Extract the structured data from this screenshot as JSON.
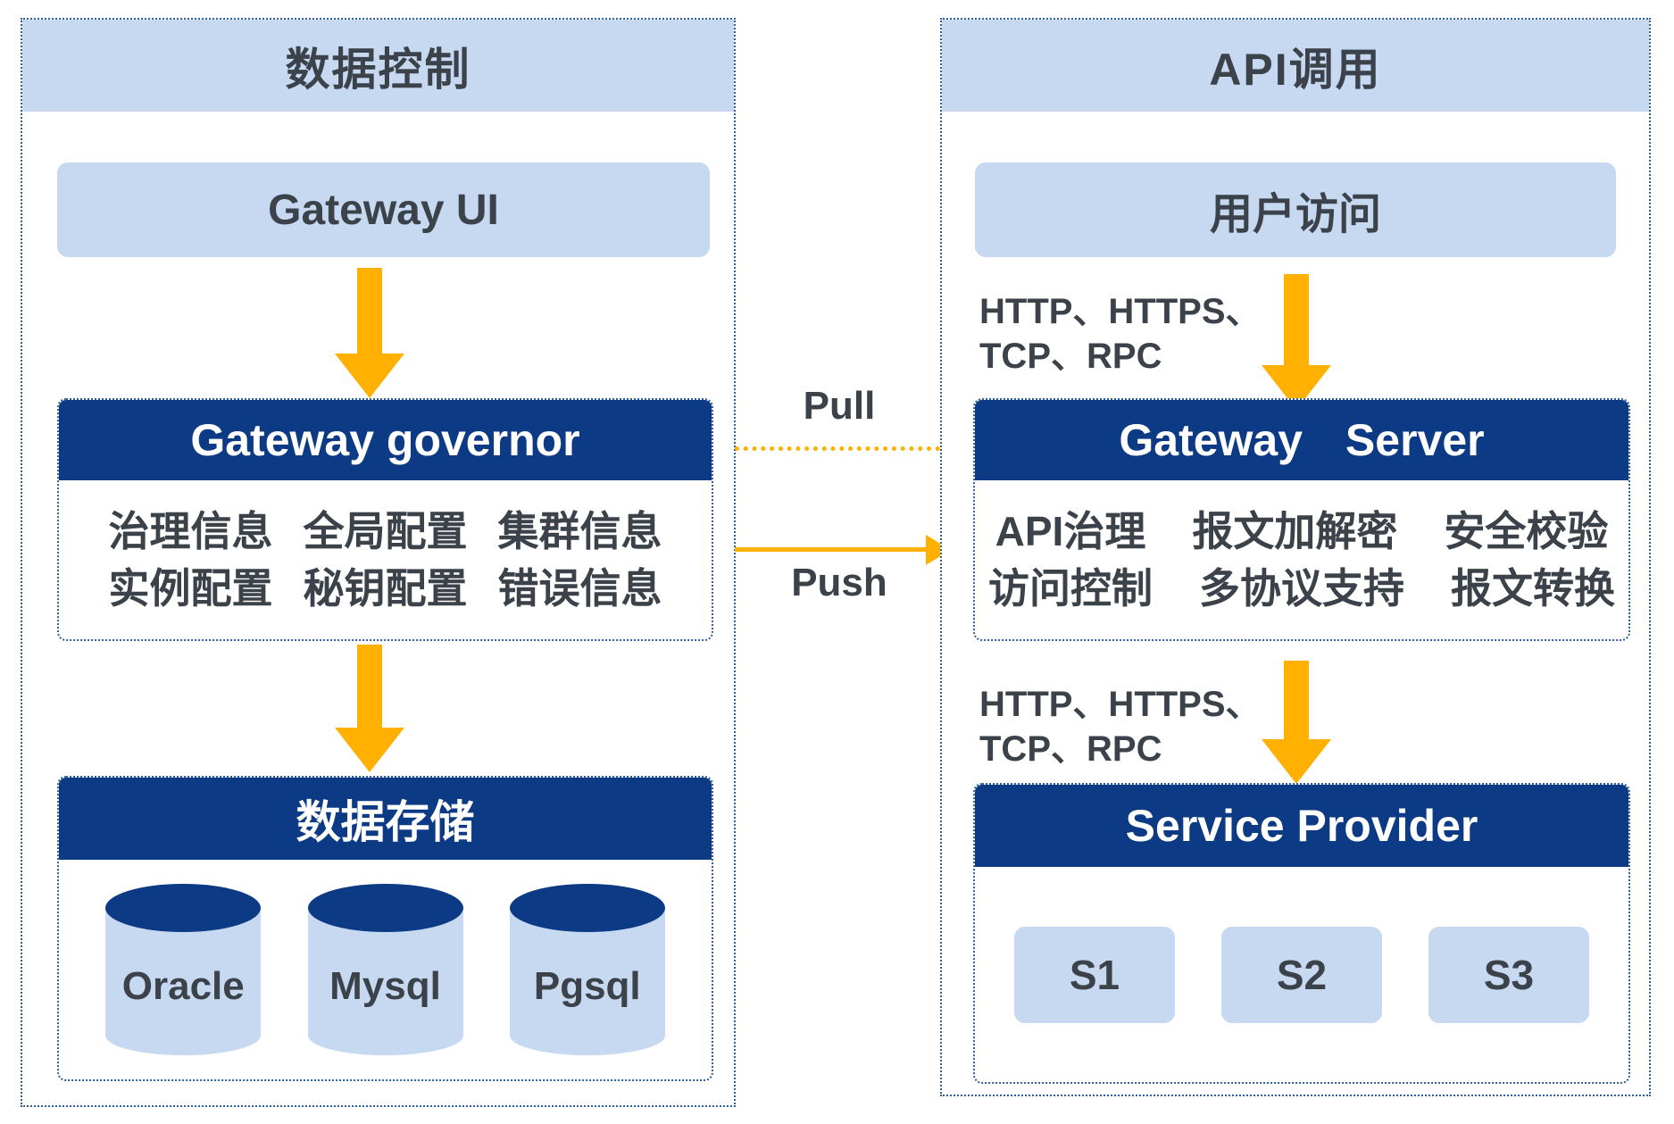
{
  "colors": {
    "navy": "#0c3a85",
    "light_blue": "#c6d9f1",
    "orange": "#ffb000",
    "text_dark": "#3b424a",
    "dotted_border": "#2f6098"
  },
  "left_panel": {
    "title": "数据控制",
    "gateway_ui_label": "Gateway UI",
    "governor": {
      "title": "Gateway governor",
      "row1": [
        "治理信息",
        "全局配置",
        "集群信息"
      ],
      "row2": [
        "实例配置",
        "秘钥配置",
        "错误信息"
      ]
    },
    "storage": {
      "title": "数据存储",
      "databases": [
        "Oracle",
        "Mysql",
        "Pgsql"
      ]
    }
  },
  "middle": {
    "pull_label": "Pull",
    "push_label": "Push"
  },
  "right_panel": {
    "title": "API调用",
    "user_access_label": "用户访问",
    "protocol_top": {
      "line1": "HTTP、HTTPS、",
      "line2": "TCP、RPC"
    },
    "gateway_server": {
      "title": "Gateway Server",
      "row1": [
        "API治理",
        "报文加解密",
        "安全校验"
      ],
      "row2": [
        "访问控制",
        "多协议支持",
        "报文转换"
      ]
    },
    "protocol_bottom": {
      "line1": "HTTP、HTTPS、",
      "line2": "TCP、RPC"
    },
    "service_provider": {
      "title": "Service Provider",
      "services": [
        "S1",
        "S2",
        "S3"
      ]
    }
  }
}
